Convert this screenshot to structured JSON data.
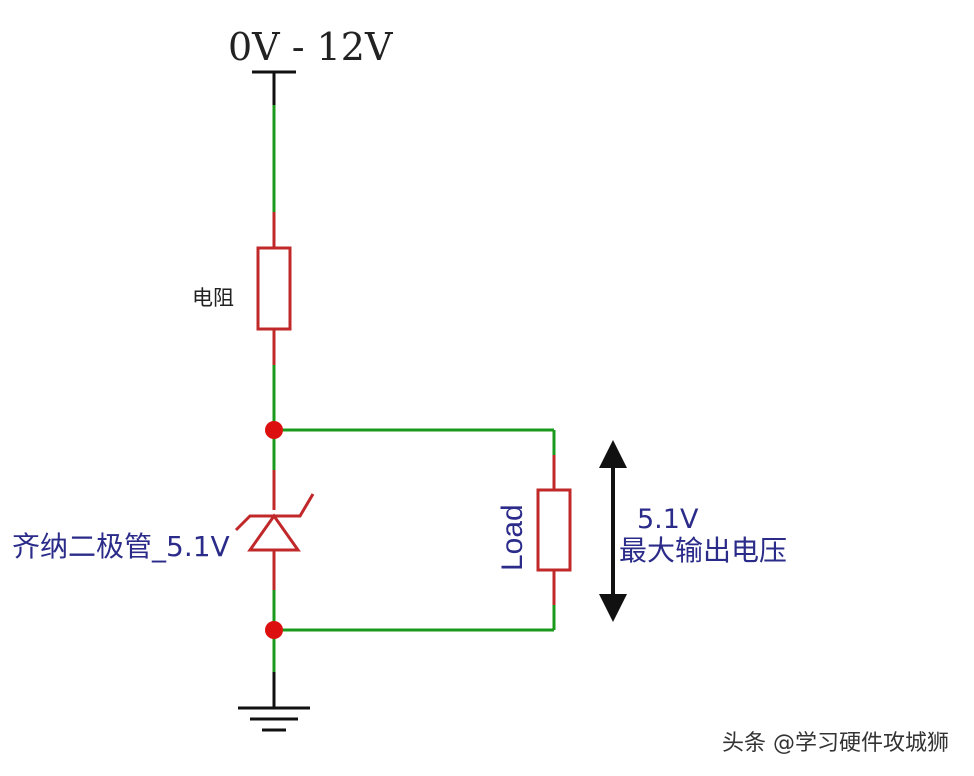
{
  "supply_label": "0V - 12V",
  "resistor_label": "电阻",
  "zener_label": "齐纳二极管_5.1V",
  "load_label": "Load",
  "output": {
    "voltage": "5.1V",
    "description": "最大输出电压"
  },
  "watermark": "头条 @学习硬件攻城狮",
  "colors": {
    "wire": "#1a9a1a",
    "component": "#c0282a",
    "junction": "#dd1010",
    "ground": "#111111",
    "blue_text": "#2b2b8a"
  }
}
